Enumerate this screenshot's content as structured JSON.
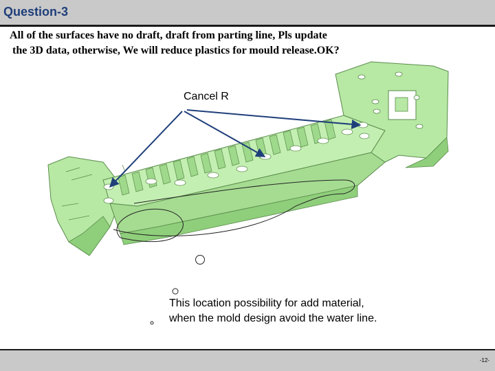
{
  "slide": {
    "title": "Question-3",
    "body_line1": "All of the surfaces have no draft, draft from parting line, Pls update",
    "body_line2": "the 3D data, otherwise, We will reduce plastics for mould release.OK?",
    "callout_label": "Cancel R",
    "note_line1": "This location possibility for add material,",
    "note_line2": "when the mold design avoid the water line.",
    "page_number": "-12-"
  },
  "colors": {
    "header_bg": "#c9c9c9",
    "title_color": "#1f3f7a",
    "part_fill": "#b7e8a4",
    "part_shade": "#8fcf7b",
    "arrow_color": "#1f3f7a"
  }
}
